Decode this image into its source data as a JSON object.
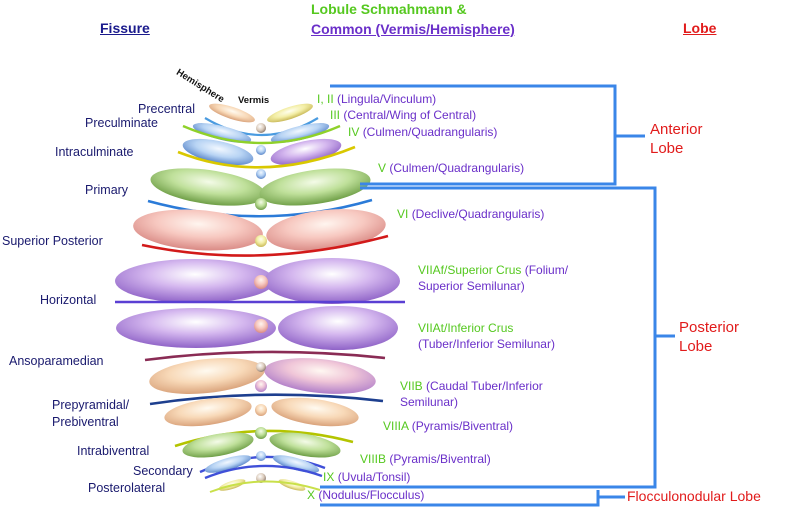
{
  "headers": {
    "fissure": "Fissure",
    "lobule_line1": "Lobule Schmahmann &",
    "lobule_line2": "Common (Vermis/Hemisphere)",
    "lobe": "Lobe"
  },
  "orientation": {
    "hemisphere": "Hemisphere",
    "vermis": "Vermis"
  },
  "fissures": [
    "Precentral",
    "Preculminate",
    "Intraculminate",
    "Primary",
    "Superior Posterior",
    "Horizontal",
    "Ansoparamedian",
    "Prepyramidal/",
    "Prebiventral",
    "Intrabiventral",
    "Secondary",
    "Posterolateral"
  ],
  "lobules": [
    {
      "num": "I, II",
      "name": "(Lingula/Vinculum)"
    },
    {
      "num": "III",
      "name": "(Central/Wing of Central)"
    },
    {
      "num": "IV",
      "name": "(Culmen/Quadrangularis)"
    },
    {
      "num": "V",
      "name": "(Culmen/Quadrangularis)"
    },
    {
      "num": "VI",
      "name": "(Declive/Quadrangularis)"
    },
    {
      "num": "VIIAf/Superior Crus",
      "name": "(Folium/",
      "name2": "Superior Semilunar)"
    },
    {
      "num": "VIIAt/Inferior Crus",
      "name": "",
      "name2": "(Tuber/Inferior Semilunar)"
    },
    {
      "num": "VIIB",
      "name": "(Caudal Tuber/Inferior",
      "name2": "Semilunar)"
    },
    {
      "num": "VIIIA",
      "name": "(Pyramis/Biventral)"
    },
    {
      "num": "VIIIB",
      "name": "(Pyramis/Biventral)"
    },
    {
      "num": "IX",
      "name": "(Uvula/Tonsil)"
    },
    {
      "num": "X",
      "name": "(Nodulus/Flocculus)"
    }
  ],
  "lobes": {
    "anterior_1": "Anterior",
    "anterior_2": "Lobe",
    "posterior_1": "Posterior",
    "posterior_2": "Lobe",
    "flocculonodular": "Flocculonodular Lobe"
  },
  "colors": {
    "fissure_text": "#1a1a6e",
    "lobule_number": "#55c81f",
    "lobule_name": "#6a2fc9",
    "lobe_text": "#e11b1b",
    "bracket": "#3a86e8",
    "lobule_header": "#55c81f",
    "common_header": "#6a2fc9",
    "fissure_header": "#1a1a8c",
    "lobe_header": "#e11b1b"
  }
}
